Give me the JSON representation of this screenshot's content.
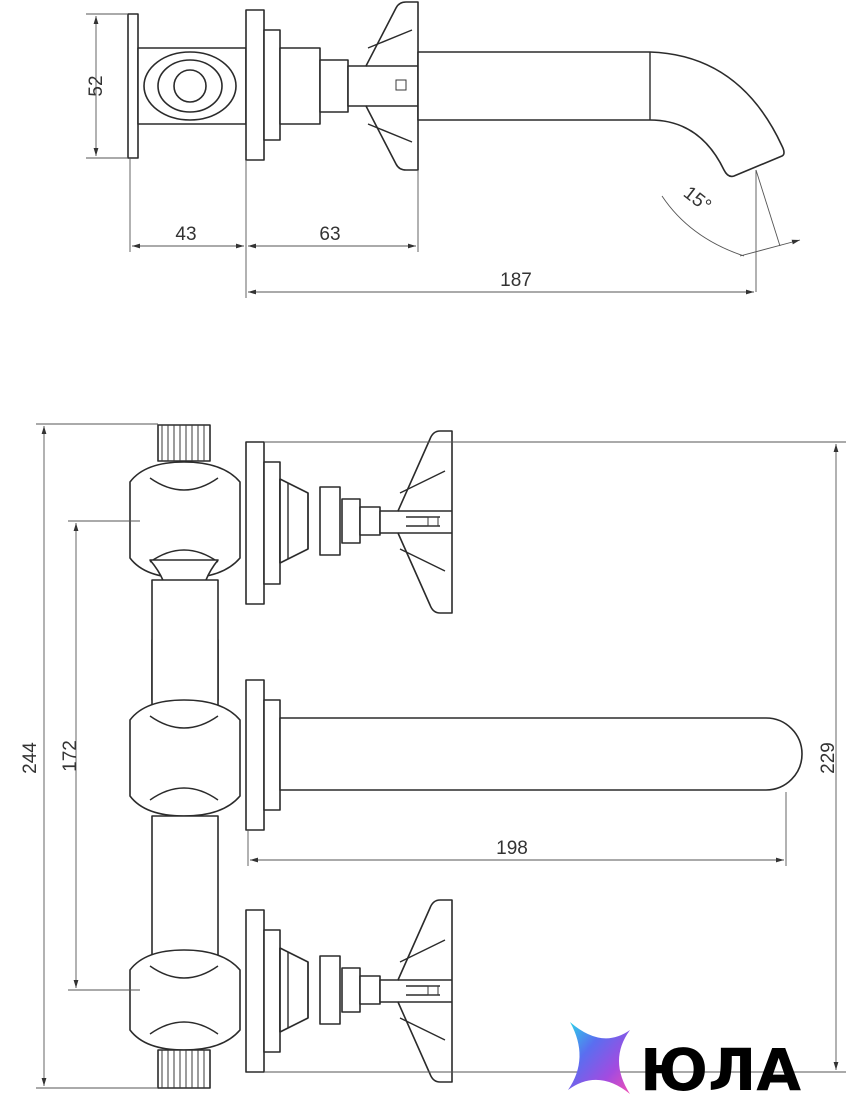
{
  "dimensions": {
    "top_height": "52",
    "top_body_depth": "43",
    "top_handle_depth": "63",
    "top_total_reach": "187",
    "spout_angle": "15°",
    "total_height": "244",
    "inlet_spacing": "172",
    "spout_length": "198",
    "handle_span": "229"
  },
  "logo": {
    "brand_text": "ЮЛА",
    "colors": [
      "#2bd4e8",
      "#5a6ef0",
      "#a24be0",
      "#f04fb5"
    ]
  }
}
